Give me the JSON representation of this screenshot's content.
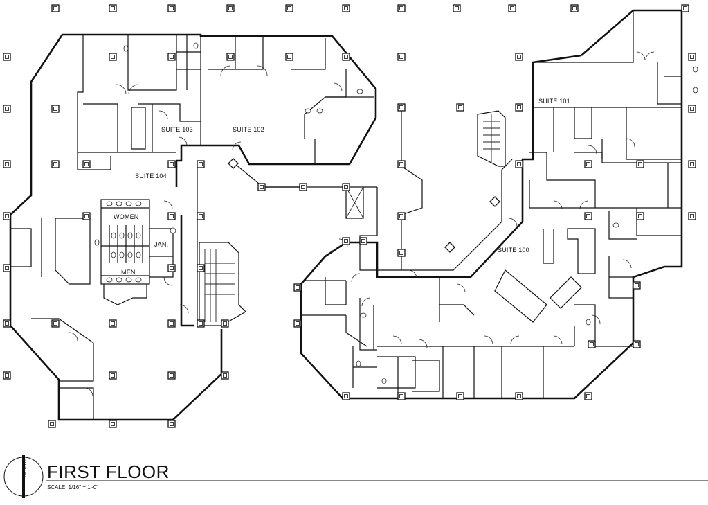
{
  "drawing": {
    "title": "FIRST FLOOR",
    "scale": "SCALE: 1/16\" = 1'-0\"",
    "north": "NORTH"
  },
  "rooms": {
    "suite_100": "SUITE 100",
    "suite_101": "SUITE 101",
    "suite_102": "SUITE 102",
    "suite_103": "SUITE 103",
    "suite_104": "SUITE 104",
    "women": "WOMEN",
    "men": "MEN",
    "janitor": "JAN."
  },
  "colors": {
    "line": "#111111",
    "background": "#ffffff"
  }
}
